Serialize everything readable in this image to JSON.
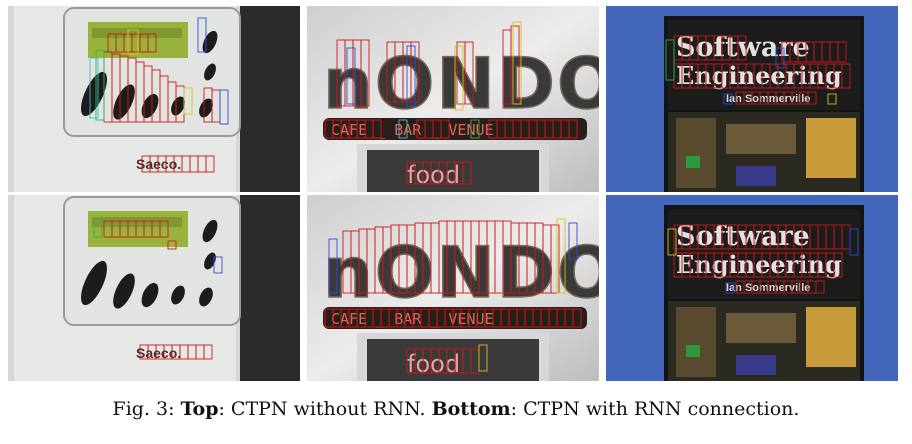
{
  "figure": {
    "caption": {
      "prefix": "Fig. 3:",
      "top_label": "Top",
      "top_text": ": CTPN without RNN.",
      "bottom_label": "Bottom",
      "bottom_text": ": CTPN with RNN connection."
    },
    "scenes": {
      "coffee": {
        "brand": "Saeco."
      },
      "sign": {
        "title": "nONDO",
        "subtitle": "CAFE _ BAR _ VENUE",
        "food": "food"
      },
      "book": {
        "title_line1": "Software",
        "title_line2": "Engineering",
        "author": "Ian Sommerville"
      }
    },
    "colors": {
      "box_red": "#cc1a1a",
      "box_yellow": "#d4c31c",
      "box_blue": "#2c4dd8",
      "box_green": "#34b24a",
      "box_cyan": "#3fbfd4"
    }
  }
}
